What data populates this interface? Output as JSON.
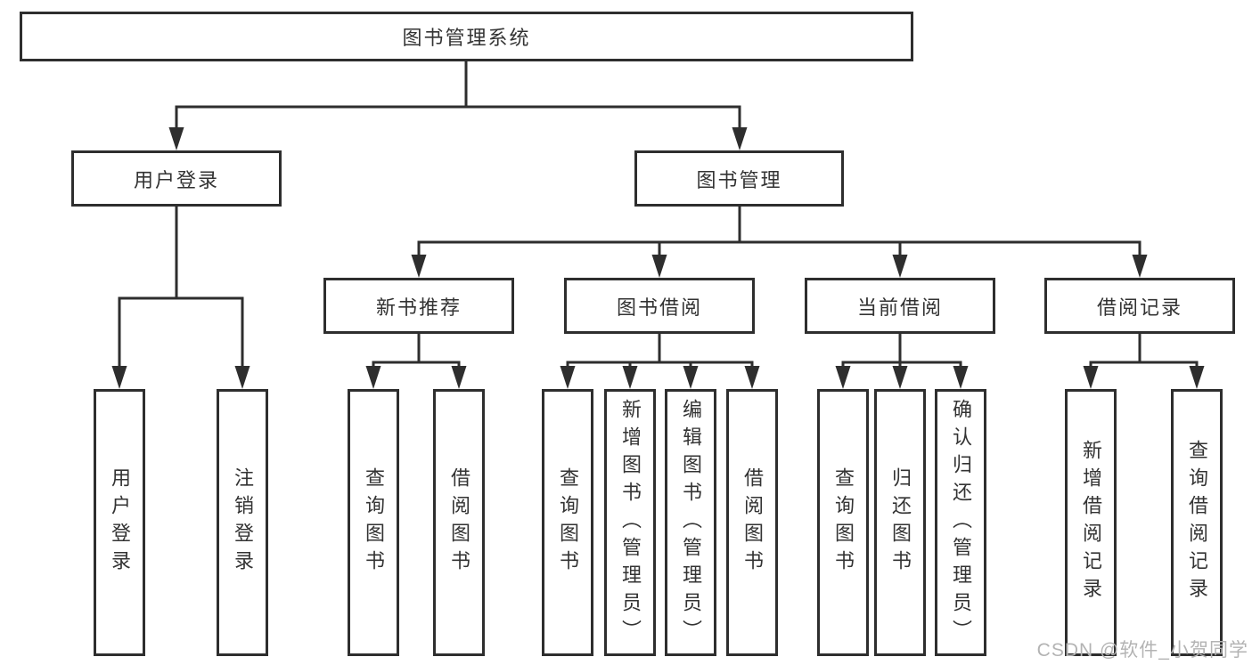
{
  "tree": {
    "root": {
      "label": "图书管理系统",
      "children": [
        {
          "label": "用户登录",
          "children": [
            {
              "label": "用户登录"
            },
            {
              "label": "注销登录"
            }
          ]
        },
        {
          "label": "图书管理",
          "children": [
            {
              "label": "新书推荐",
              "children": [
                {
                  "label": "查询图书"
                },
                {
                  "label": "借阅图书"
                }
              ]
            },
            {
              "label": "图书借阅",
              "children": [
                {
                  "label": "查询图书"
                },
                {
                  "label": "新增图书（管理员）"
                },
                {
                  "label": "编辑图书（管理员）"
                },
                {
                  "label": "借阅图书"
                }
              ]
            },
            {
              "label": "当前借阅",
              "children": [
                {
                  "label": "查询图书"
                },
                {
                  "label": "归还图书"
                },
                {
                  "label": "确认归还（管理员）"
                }
              ]
            },
            {
              "label": "借阅记录",
              "children": [
                {
                  "label": "新增借阅记录"
                },
                {
                  "label": "查询借阅记录"
                }
              ]
            }
          ]
        }
      ]
    }
  },
  "watermark": "CSDN @软件_小贺同学",
  "colors": {
    "line": "#2e2e2e",
    "box_border": "#2e2e2e",
    "text": "#333333",
    "watermark": "#b3b3b3",
    "background": "#ffffff"
  }
}
